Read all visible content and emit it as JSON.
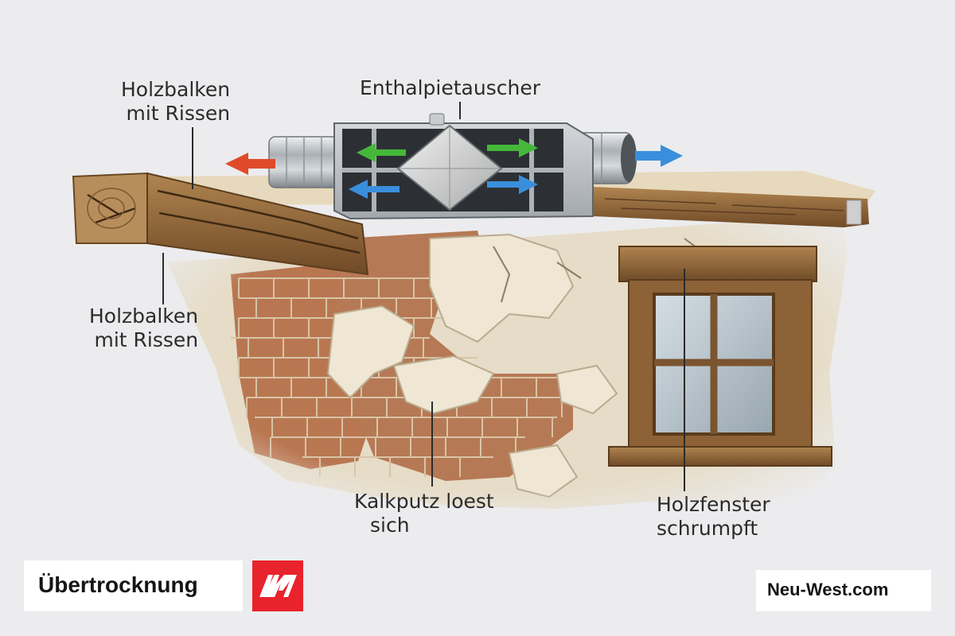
{
  "labels": {
    "enthalpy_exchanger": "Enthalpietauscher",
    "beam_top": [
      "Holzbalken",
      "mit Rissen"
    ],
    "beam_bottom": [
      "Holzbalken",
      "mit Rissen"
    ],
    "plaster": [
      "Kalkputz loest",
      "sich"
    ],
    "window": [
      "Holzfenster",
      "schrumpft"
    ]
  },
  "footer": {
    "title": "Übertrocknung",
    "site": "Neu-West.com"
  },
  "logo": {
    "icon": "neu-west-logo-icon",
    "color": "#e8232c"
  },
  "colors": {
    "background": "#ececee",
    "exhaust_arrow": "#e04a2a",
    "supply_arrow": "#3a8fdc",
    "green_arrow": "#45b83a",
    "brick": "#b8704a",
    "plaster": "#e7dcc6",
    "wood": "#8d6236"
  }
}
